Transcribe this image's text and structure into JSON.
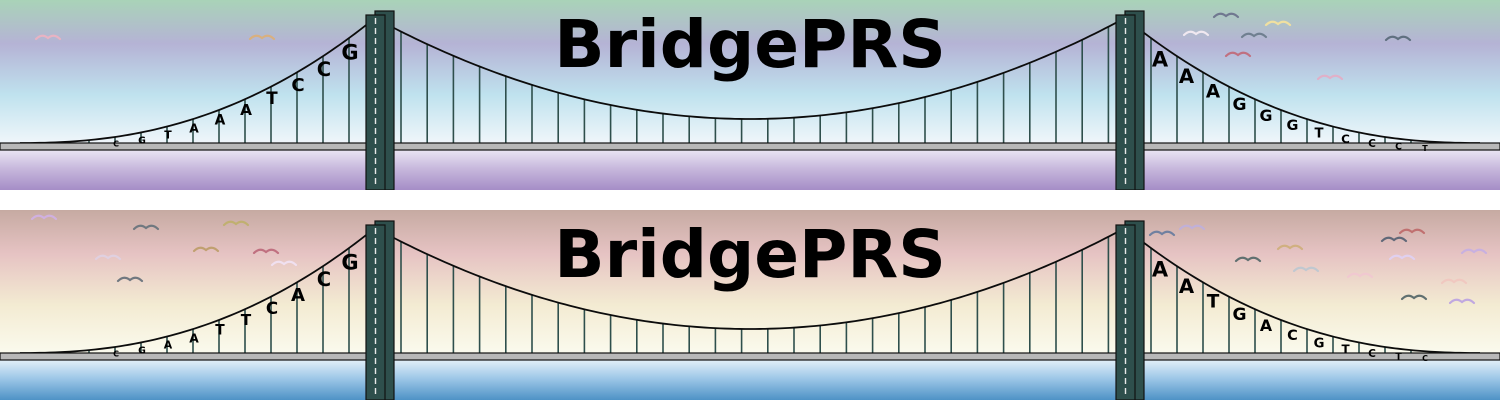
{
  "banners": [
    {
      "title": "BridgePRS",
      "sky_colors": [
        "#a9d3b8",
        "#b5b3d5",
        "#bfe2ee",
        "#f2f7fb"
      ],
      "water_colors": [
        "#f1eef8",
        "#c8b9dd",
        "#a58dc7"
      ],
      "left_letters": [
        "C",
        "G",
        "T",
        "A",
        "A",
        "A",
        "T",
        "C",
        "C",
        "G"
      ],
      "right_letters": [
        "A",
        "A",
        "A",
        "G",
        "G",
        "G",
        "T",
        "C",
        "C",
        "C",
        "T"
      ]
    },
    {
      "title": "BridgePRS",
      "sky_colors": [
        "#c6aaa2",
        "#e6c3c3",
        "#f3ebd2",
        "#fbfbef"
      ],
      "water_colors": [
        "#f1f8fc",
        "#9fc8e8",
        "#4e92c6"
      ],
      "left_letters": [
        "C",
        "G",
        "A",
        "A",
        "T",
        "T",
        "C",
        "A",
        "C",
        "G"
      ],
      "right_letters": [
        "A",
        "A",
        "T",
        "G",
        "A",
        "C",
        "G",
        "T",
        "C",
        "T",
        "C"
      ]
    }
  ],
  "colors": {
    "tower": "#2e4f4c",
    "cable": "#0c0c0c",
    "hanger": "#2e4f4c",
    "deck": "#b8b8b8"
  }
}
